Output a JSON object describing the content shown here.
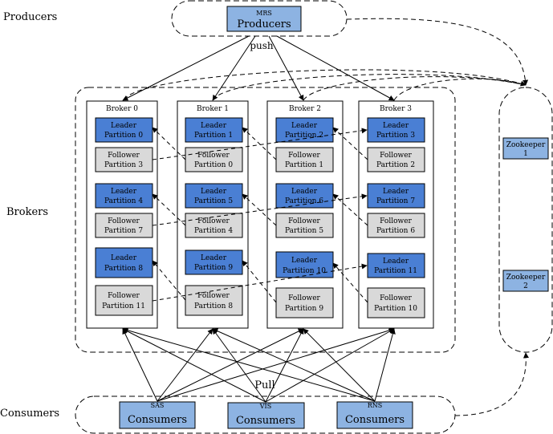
{
  "row_labels": {
    "producers": "Producers",
    "brokers": "Brokers",
    "consumers": "Consumers"
  },
  "producer": {
    "tag": "MRS",
    "label": "Producers"
  },
  "edge_labels": {
    "push": "push",
    "pull": "Pull"
  },
  "brokers": [
    {
      "title": "Broker 0",
      "slots": [
        {
          "role": "Leader",
          "partition": "Partition 0"
        },
        {
          "role": "Follower",
          "partition": "Partition 3"
        },
        {
          "role": "Leader",
          "partition": "Partition 4"
        },
        {
          "role": "Follower",
          "partition": "Partition 7"
        },
        {
          "role": "Leader",
          "partition": "Partition 8"
        },
        {
          "role": "Follower",
          "partition": "Partition 11"
        }
      ]
    },
    {
      "title": "Broker 1",
      "slots": [
        {
          "role": "Leader",
          "partition": "Partition 1"
        },
        {
          "role": "Follower",
          "partition": "Partition 0"
        },
        {
          "role": "Leader",
          "partition": "Partition 5"
        },
        {
          "role": "Follower",
          "partition": "Partition 4"
        },
        {
          "role": "Leader",
          "partition": "Partition 9"
        },
        {
          "role": "Follower",
          "partition": "Partition 8"
        }
      ]
    },
    {
      "title": "Broker 2",
      "slots": [
        {
          "role": "Leader",
          "partition": "Partition 2"
        },
        {
          "role": "Follower",
          "partition": "Partition 1"
        },
        {
          "role": "Leader",
          "partition": "Partition 6"
        },
        {
          "role": "Follower",
          "partition": "Partition 5"
        },
        {
          "role": "Leader",
          "partition": "Partition 10"
        },
        {
          "role": "Follower",
          "partition": "Partition 9"
        }
      ]
    },
    {
      "title": "Broker 3",
      "slots": [
        {
          "role": "Leader",
          "partition": "Partition 3"
        },
        {
          "role": "Follower",
          "partition": "Partition 2"
        },
        {
          "role": "Leader",
          "partition": "Partition 7"
        },
        {
          "role": "Follower",
          "partition": "Partition 6"
        },
        {
          "role": "Leader",
          "partition": "Partition 11"
        },
        {
          "role": "Follower",
          "partition": "Partition 10"
        }
      ]
    }
  ],
  "zookeepers": [
    {
      "name": "Zookeeper",
      "id": "1"
    },
    {
      "name": "Zookeeper",
      "id": "2"
    }
  ],
  "consumers": [
    {
      "tag": "SAS",
      "label": "Consumers"
    },
    {
      "tag": "VIS",
      "label": "Consumers"
    },
    {
      "tag": "RNS",
      "label": "Consumers"
    }
  ],
  "colors": {
    "leader_fill": "#4a7fd4",
    "follower_fill": "#d9d9d9",
    "producer_fill": "#8db3e2",
    "consumer_fill": "#8db3e2",
    "zookeeper_fill": "#8db3e2",
    "stroke": "#000000"
  }
}
